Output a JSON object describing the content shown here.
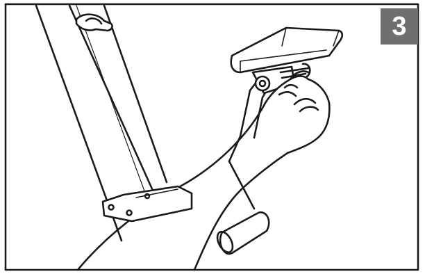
{
  "step": {
    "number": "3"
  },
  "illustration": {
    "subject": "hand-inserting-pin-into-handlebar-bracket",
    "parts": [
      "frame-post",
      "hook-bracket",
      "console",
      "handlebar-bracket",
      "pin",
      "hand",
      "arm",
      "base-bracket",
      "roller"
    ]
  },
  "colors": {
    "line": "#1a1a1a",
    "badge": "#6f6f6f",
    "badge_text": "#ffffff",
    "background": "#ffffff"
  }
}
